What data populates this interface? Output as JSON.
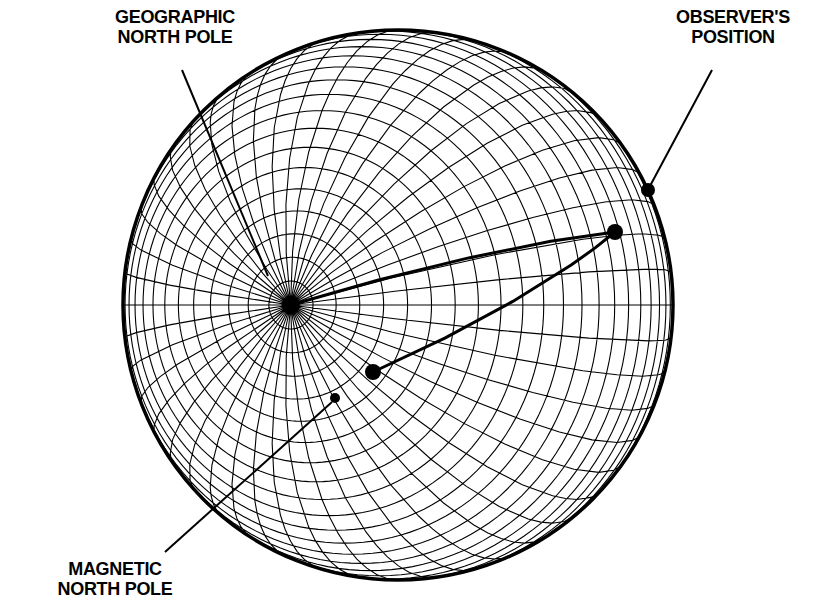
{
  "diagram": {
    "labels": [
      "GEOGRAPHIC NORTH POLE",
      "OBSERVER'S POSITION",
      "MAGNETIC NORTH POLE"
    ]
  }
}
